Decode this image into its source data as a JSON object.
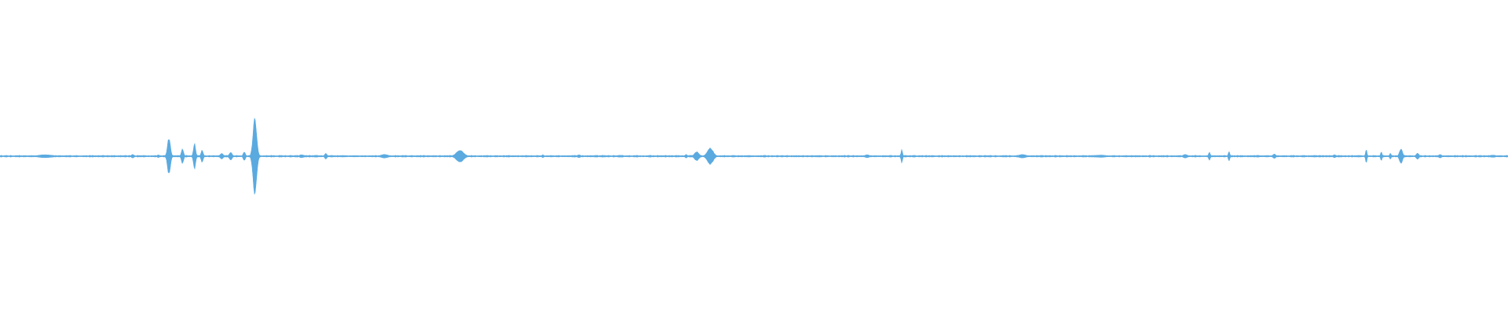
{
  "waveform": {
    "color": "#5aaae0",
    "baseline_color": "#5aaae0",
    "bursts": [
      {
        "pos": 0.03,
        "amp": 0.01,
        "width": 0.02
      },
      {
        "pos": 0.088,
        "amp": 0.012,
        "width": 0.004
      },
      {
        "pos": 0.105,
        "amp": 0.01,
        "width": 0.003
      },
      {
        "pos": 0.112,
        "amp": 0.12,
        "width": 0.004
      },
      {
        "pos": 0.121,
        "amp": 0.05,
        "width": 0.003
      },
      {
        "pos": 0.129,
        "amp": 0.085,
        "width": 0.003
      },
      {
        "pos": 0.134,
        "amp": 0.04,
        "width": 0.003
      },
      {
        "pos": 0.147,
        "amp": 0.02,
        "width": 0.004
      },
      {
        "pos": 0.153,
        "amp": 0.025,
        "width": 0.004
      },
      {
        "pos": 0.162,
        "amp": 0.03,
        "width": 0.003
      },
      {
        "pos": 0.169,
        "amp": 0.25,
        "width": 0.005
      },
      {
        "pos": 0.2,
        "amp": 0.01,
        "width": 0.006
      },
      {
        "pos": 0.216,
        "amp": 0.02,
        "width": 0.003
      },
      {
        "pos": 0.255,
        "amp": 0.012,
        "width": 0.01
      },
      {
        "pos": 0.305,
        "amp": 0.04,
        "width": 0.01
      },
      {
        "pos": 0.36,
        "amp": 0.01,
        "width": 0.003
      },
      {
        "pos": 0.384,
        "amp": 0.01,
        "width": 0.004
      },
      {
        "pos": 0.455,
        "amp": 0.012,
        "width": 0.003
      },
      {
        "pos": 0.462,
        "amp": 0.03,
        "width": 0.006
      },
      {
        "pos": 0.471,
        "amp": 0.055,
        "width": 0.008
      },
      {
        "pos": 0.575,
        "amp": 0.01,
        "width": 0.006
      },
      {
        "pos": 0.598,
        "amp": 0.045,
        "width": 0.002
      },
      {
        "pos": 0.678,
        "amp": 0.012,
        "width": 0.01
      },
      {
        "pos": 0.73,
        "amp": 0.008,
        "width": 0.015
      },
      {
        "pos": 0.786,
        "amp": 0.012,
        "width": 0.006
      },
      {
        "pos": 0.802,
        "amp": 0.03,
        "width": 0.002
      },
      {
        "pos": 0.815,
        "amp": 0.035,
        "width": 0.002
      },
      {
        "pos": 0.845,
        "amp": 0.015,
        "width": 0.004
      },
      {
        "pos": 0.885,
        "amp": 0.01,
        "width": 0.004
      },
      {
        "pos": 0.906,
        "amp": 0.045,
        "width": 0.002
      },
      {
        "pos": 0.916,
        "amp": 0.03,
        "width": 0.002
      },
      {
        "pos": 0.922,
        "amp": 0.02,
        "width": 0.002
      },
      {
        "pos": 0.929,
        "amp": 0.05,
        "width": 0.004
      },
      {
        "pos": 0.94,
        "amp": 0.02,
        "width": 0.004
      },
      {
        "pos": 0.955,
        "amp": 0.012,
        "width": 0.004
      },
      {
        "pos": 0.99,
        "amp": 0.008,
        "width": 0.008
      }
    ],
    "noise_level": 0.004
  }
}
